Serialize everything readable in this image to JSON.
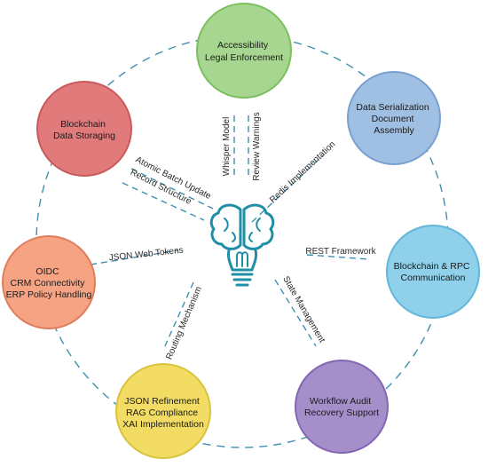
{
  "colors": {
    "dash": "#3e8fb0",
    "icon": "#1f8fa6"
  },
  "center_icon": {
    "name": "brain-lightbulb-icon"
  },
  "nodes": [
    {
      "id": "n1",
      "lines": [
        "Accessibility",
        "Legal Enforcement"
      ],
      "fill": "#a6d68f",
      "stroke": "#7cbf5f"
    },
    {
      "id": "n2",
      "lines": [
        "Data Serialization",
        "Document",
        "Assembly"
      ],
      "fill": "#9fbfe3",
      "stroke": "#7aa0cf"
    },
    {
      "id": "n3",
      "lines": [
        "Blockchain & RPC",
        "Communication"
      ],
      "fill": "#8fd0ea",
      "stroke": "#62b7da"
    },
    {
      "id": "n4",
      "lines": [
        "Workflow Audit",
        "Recovery Support"
      ],
      "fill": "#a58fca",
      "stroke": "#8467b4"
    },
    {
      "id": "n5",
      "lines": [
        "JSON Refinement",
        "RAG Compliance",
        "XAI Implementation"
      ],
      "fill": "#f2dc63",
      "stroke": "#d9c23e"
    },
    {
      "id": "n6",
      "lines": [
        "OIDC",
        "CRM Connectivity",
        "ERP Policy Handling"
      ],
      "fill": "#f6a384",
      "stroke": "#e07e5c"
    },
    {
      "id": "n7",
      "lines": [
        "Blockchain",
        "Data Storaging"
      ],
      "fill": "#e07a7b",
      "stroke": "#c95a5c"
    }
  ],
  "edge_labels": [
    {
      "id": "e1",
      "text": "Whisper Model"
    },
    {
      "id": "e2",
      "text": "Review Warnings"
    },
    {
      "id": "e3",
      "text": "Redis Implementation"
    },
    {
      "id": "e4",
      "text": "REST Framework"
    },
    {
      "id": "e5",
      "text": "State Management"
    },
    {
      "id": "e6",
      "text": "Routing Mechanism"
    },
    {
      "id": "e7",
      "text": "JSON Web Tokens"
    },
    {
      "id": "e8",
      "text": "Atomic Batch Update"
    },
    {
      "id": "e9",
      "text": "Record Structure"
    }
  ]
}
